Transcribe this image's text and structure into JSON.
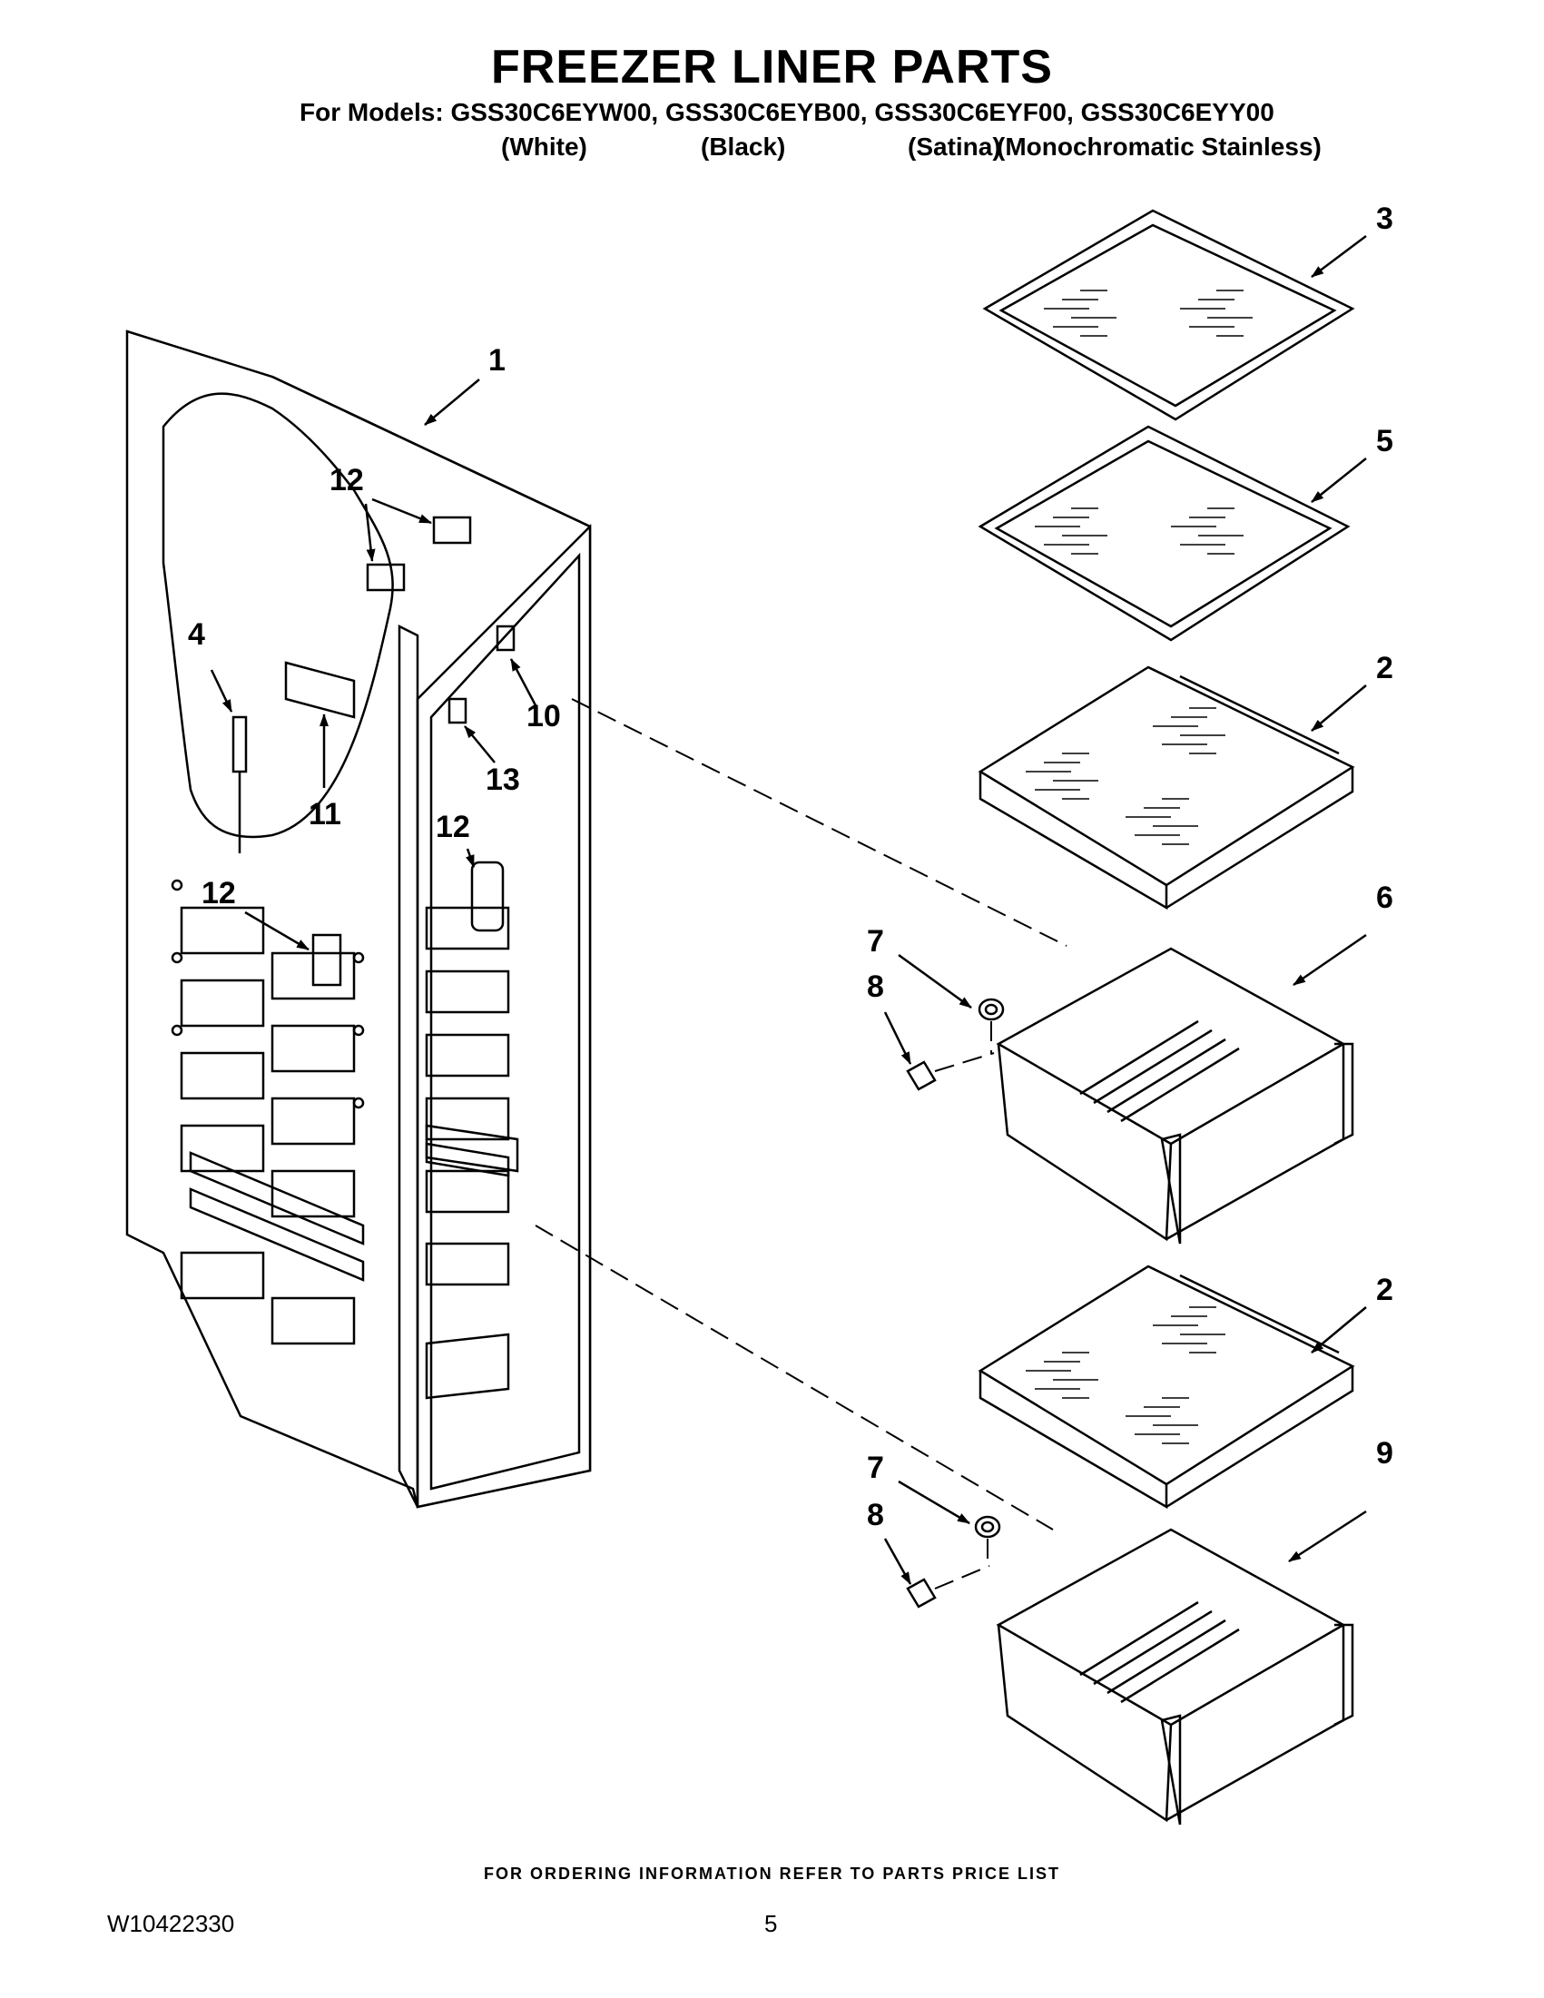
{
  "title": "FREEZER LINER PARTS",
  "models_line": "For Models: GSS30C6EYW00, GSS30C6EYB00, GSS30C6EYF00, GSS30C6EYY00",
  "variants": [
    "(White)",
    "(Black)",
    "(Satina)",
    "(Monochromatic Stainless)"
  ],
  "callouts": {
    "c1": "1",
    "c2a": "2",
    "c2b": "2",
    "c3": "3",
    "c4": "4",
    "c5": "5",
    "c6": "6",
    "c7a": "7",
    "c7b": "7",
    "c8a": "8",
    "c8b": "8",
    "c9": "9",
    "c10": "10",
    "c11": "11",
    "c12a": "12",
    "c12b": "12",
    "c12c": "12",
    "c13": "13"
  },
  "footer_note": "FOR ORDERING INFORMATION REFER TO PARTS PRICE LIST",
  "document_number": "W10422330",
  "page_number": "5"
}
